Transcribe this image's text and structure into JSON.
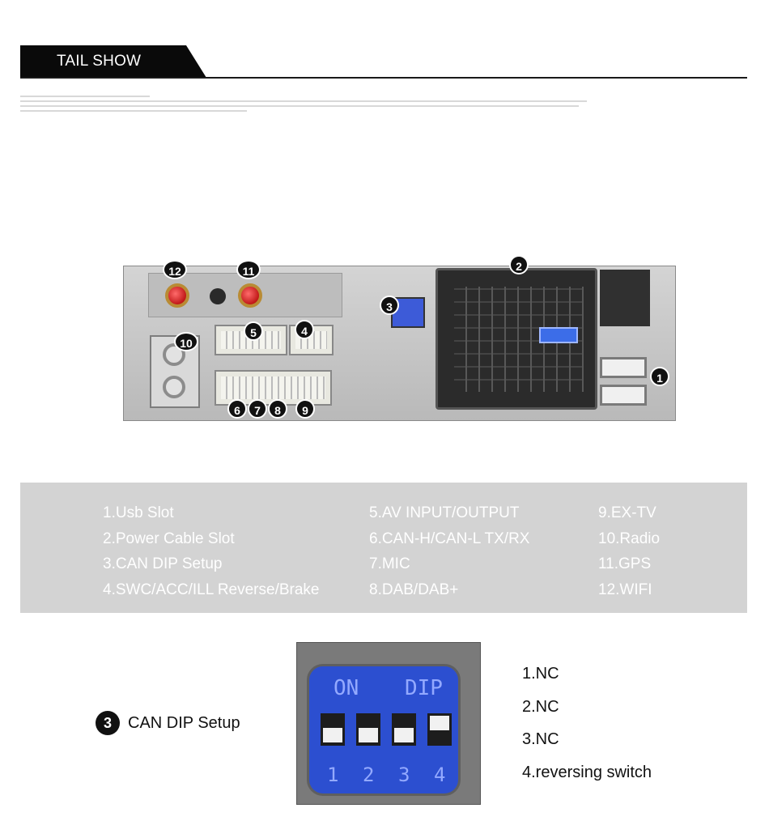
{
  "header": {
    "title": "TAIL SHOW"
  },
  "device_callouts": {
    "b1": "1",
    "b2": "2",
    "b3": "3",
    "b4": "4",
    "b5": "5",
    "b6": "6",
    "b7": "7",
    "b8": "8",
    "b9": "9",
    "b10": "10",
    "b11": "11",
    "b12": "12"
  },
  "legend": {
    "col1": [
      "1.Usb Slot",
      "2.Power Cable Slot",
      "3.CAN DIP Setup",
      "4.SWC/ACC/ILL Reverse/Brake"
    ],
    "col2": [
      "5.AV INPUT/OUTPUT",
      "6.CAN-H/CAN-L TX/RX",
      "7.MIC",
      "8.DAB/DAB+"
    ],
    "col3": [
      "9.EX-TV",
      "10.Radio",
      "11.GPS",
      "12.WIFI"
    ]
  },
  "dip_setup": {
    "number": "3",
    "label": "CAN DIP Setup",
    "switch_on_label": "ON",
    "switch_dip_label": "DIP",
    "switch_numbers": [
      "1",
      "2",
      "3",
      "4"
    ],
    "settings": [
      "1.NC",
      "2.NC",
      "3.NC",
      "4.reversing switch"
    ]
  },
  "colors": {
    "banner": "#0a0a0a",
    "legend_bg": "#d3d3d3",
    "dip_blue": "#2c4fd0",
    "antenna_red": "#d02020"
  }
}
